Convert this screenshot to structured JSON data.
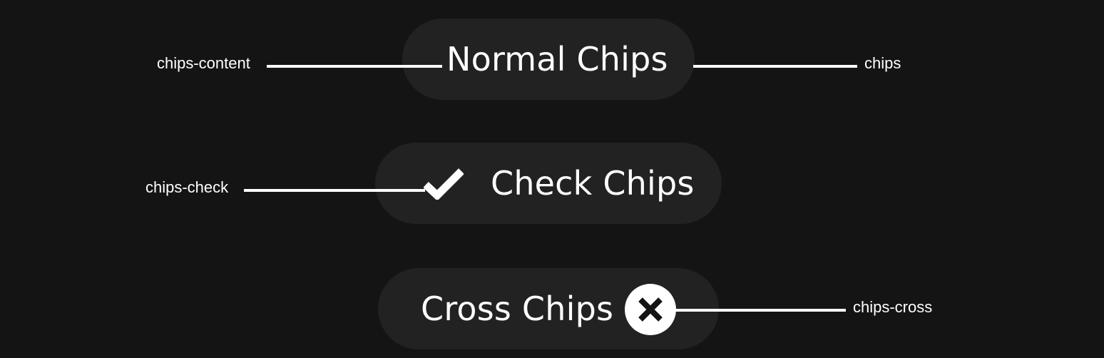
{
  "chips": {
    "normal": {
      "label": "Normal Chips"
    },
    "check": {
      "label": "Check Chips",
      "icon": "checkmark-icon"
    },
    "cross": {
      "label": "Cross Chips",
      "icon": "close-circle-icon"
    }
  },
  "annotations": {
    "chips_content": "chips-content",
    "chips": "chips",
    "chips_check": "chips-check",
    "chips_cross": "chips-cross"
  },
  "colors": {
    "background": "#141414",
    "chip_background": "#222222",
    "text": "#ffffff",
    "icon_foreground": "#141414"
  }
}
